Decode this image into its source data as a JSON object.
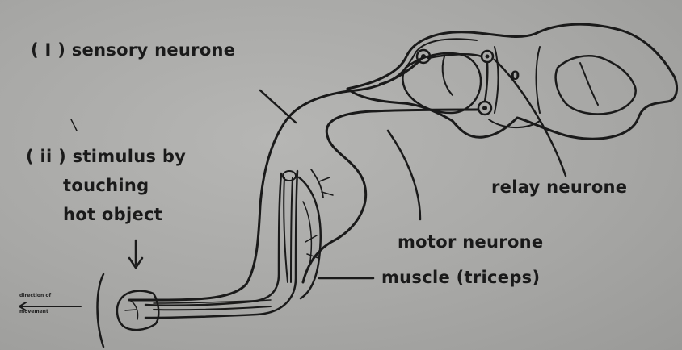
{
  "labels": {
    "sensory": "( I ) sensory neurone",
    "stimulus_line1": "( ii ) stimulus by",
    "stimulus_line2": "touching",
    "stimulus_line3": "hot object",
    "relay": "relay neurone",
    "motor": "motor neurone",
    "muscle": "muscle (triceps)",
    "direction_line1": "direction of",
    "direction_line2": "movement",
    "canal": "0"
  },
  "colors": {
    "background": "#a9a9a9",
    "ink": "#1a1a1a"
  }
}
